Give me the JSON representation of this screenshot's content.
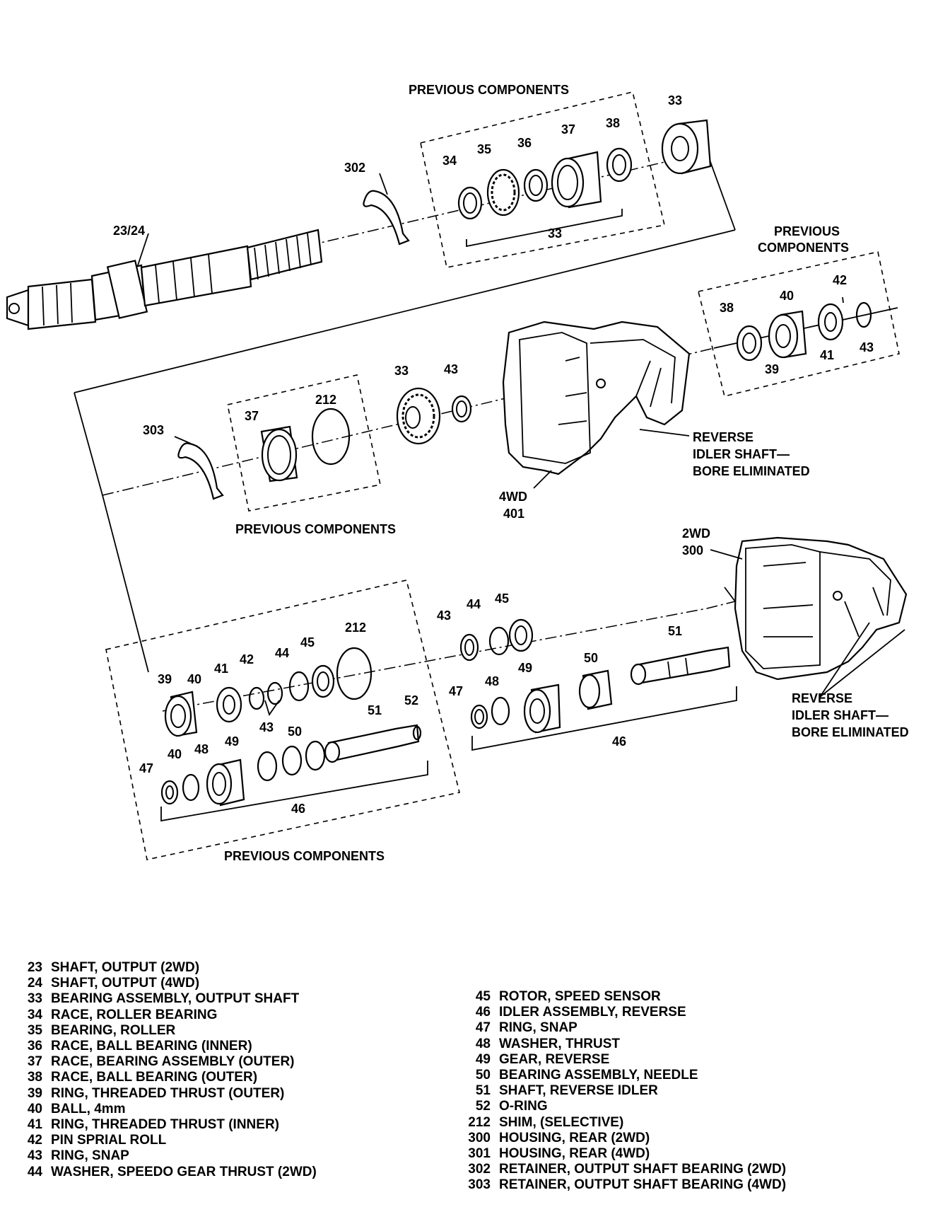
{
  "diagram": {
    "group_labels": {
      "previous_components": "PREVIOUS COMPONENTS",
      "previous_line1": "PREVIOUS",
      "previous_line2": "COMPONENTS",
      "reverse_line1": "REVERSE",
      "reverse_line2": "IDLER SHAFT—",
      "reverse_line3": "BORE ELIMINATED",
      "housing_4wd_line1": "4WD",
      "housing_4wd_line2": "401",
      "housing_2wd_line1": "2WD",
      "housing_2wd_line2": "300"
    },
    "callouts": {
      "shaft": "23/24",
      "n302": "302",
      "n303": "303",
      "n33": "33",
      "n34": "34",
      "n35": "35",
      "n36": "36",
      "n37": "37",
      "n38": "38",
      "n39": "39",
      "n40": "40",
      "n41": "41",
      "n42": "42",
      "n43": "43",
      "n44": "44",
      "n45": "45",
      "n46": "46",
      "n47": "47",
      "n48": "48",
      "n49": "49",
      "n50": "50",
      "n51": "51",
      "n52": "52",
      "n212": "212"
    }
  },
  "legend": {
    "left": [
      {
        "num": "23",
        "text": "SHAFT, OUTPUT (2WD)"
      },
      {
        "num": "24",
        "text": "SHAFT, OUTPUT (4WD)"
      },
      {
        "num": "33",
        "text": "BEARING ASSEMBLY, OUTPUT SHAFT"
      },
      {
        "num": "34",
        "text": "RACE, ROLLER BEARING"
      },
      {
        "num": "35",
        "text": "BEARING, ROLLER"
      },
      {
        "num": "36",
        "text": "RACE, BALL BEARING (INNER)"
      },
      {
        "num": "37",
        "text": "RACE, BEARING ASSEMBLY (OUTER)"
      },
      {
        "num": "38",
        "text": "RACE, BALL BEARING (OUTER)"
      },
      {
        "num": "39",
        "text": "RING, THREADED THRUST (OUTER)"
      },
      {
        "num": "40",
        "text": "BALL, 4mm"
      },
      {
        "num": "41",
        "text": "RING, THREADED THRUST (INNER)"
      },
      {
        "num": "42",
        "text": "PIN SPRIAL ROLL"
      },
      {
        "num": "43",
        "text": "RING, SNAP"
      },
      {
        "num": "44",
        "text": "WASHER, SPEEDO GEAR THRUST (2WD)"
      }
    ],
    "right": [
      {
        "num": "45",
        "text": "ROTOR, SPEED SENSOR"
      },
      {
        "num": "46",
        "text": "IDLER ASSEMBLY, REVERSE"
      },
      {
        "num": "47",
        "text": "RING, SNAP"
      },
      {
        "num": "48",
        "text": "WASHER, THRUST"
      },
      {
        "num": "49",
        "text": "GEAR, REVERSE"
      },
      {
        "num": "50",
        "text": "BEARING ASSEMBLY, NEEDLE"
      },
      {
        "num": "51",
        "text": "SHAFT, REVERSE IDLER"
      },
      {
        "num": "52",
        "text": "O-RING"
      },
      {
        "num": "212",
        "text": "SHIM, (SELECTIVE)"
      },
      {
        "num": "300",
        "text": "HOUSING, REAR (2WD)"
      },
      {
        "num": "301",
        "text": "HOUSING, REAR (4WD)"
      },
      {
        "num": "302",
        "text": "RETAINER, OUTPUT SHAFT BEARING (2WD)"
      },
      {
        "num": "303",
        "text": "RETAINER, OUTPUT SHAFT BEARING (4WD)"
      }
    ]
  }
}
